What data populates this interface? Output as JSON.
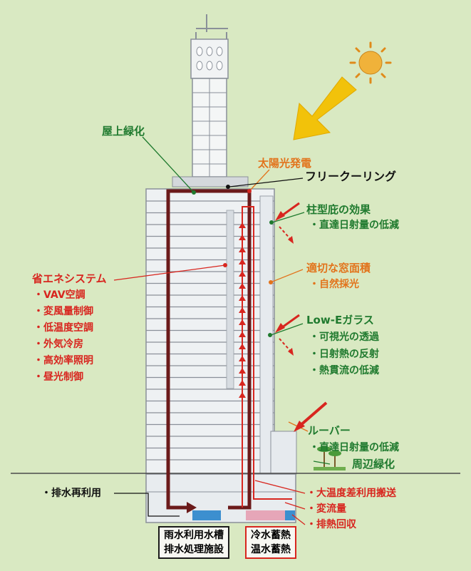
{
  "colors": {
    "background": "#d9e9c2",
    "green_label": "#1f7a2e",
    "red_label": "#d8261f",
    "orange_label": "#e2731b",
    "duct": "#6b1a1a",
    "sun": "#f0b23a",
    "arrow_yellow": "#f2c20a"
  },
  "labels": {
    "roof_greening": "屋上緑化",
    "solar_power": "太陽光発電",
    "free_cooling": "フリークーリング",
    "column_eaves": "柱型庇の効果",
    "column_eaves_item": "・直達日射量の低減",
    "window_area": "適切な窓面積",
    "window_area_item": "・自然採光",
    "low_e_glass": "Low-Eガラス",
    "louver": "ルーバー",
    "louver_item": "・直達日射量の低減",
    "surrounding_greening": "周辺緑化",
    "drain_reuse": "・排水再利用"
  },
  "energy_system": {
    "title": "省エネシステム",
    "items": [
      "・VAV空調",
      "・変風量制御",
      "・低温度空調",
      "・外気冷房",
      "・高効率照明",
      "・昼光制御"
    ]
  },
  "low_e_items": [
    "・可視光の透過",
    "・日射熱の反射",
    "・熱貫流の低減"
  ],
  "transport_items": [
    "・大温度差利用搬送",
    "・変流量",
    "・排熱回収"
  ],
  "bottom_boxes": {
    "rainwater": [
      "雨水利用水槽",
      "排水処理施設"
    ],
    "thermal": [
      "冷水蓄熱",
      "温水蓄熱"
    ]
  }
}
